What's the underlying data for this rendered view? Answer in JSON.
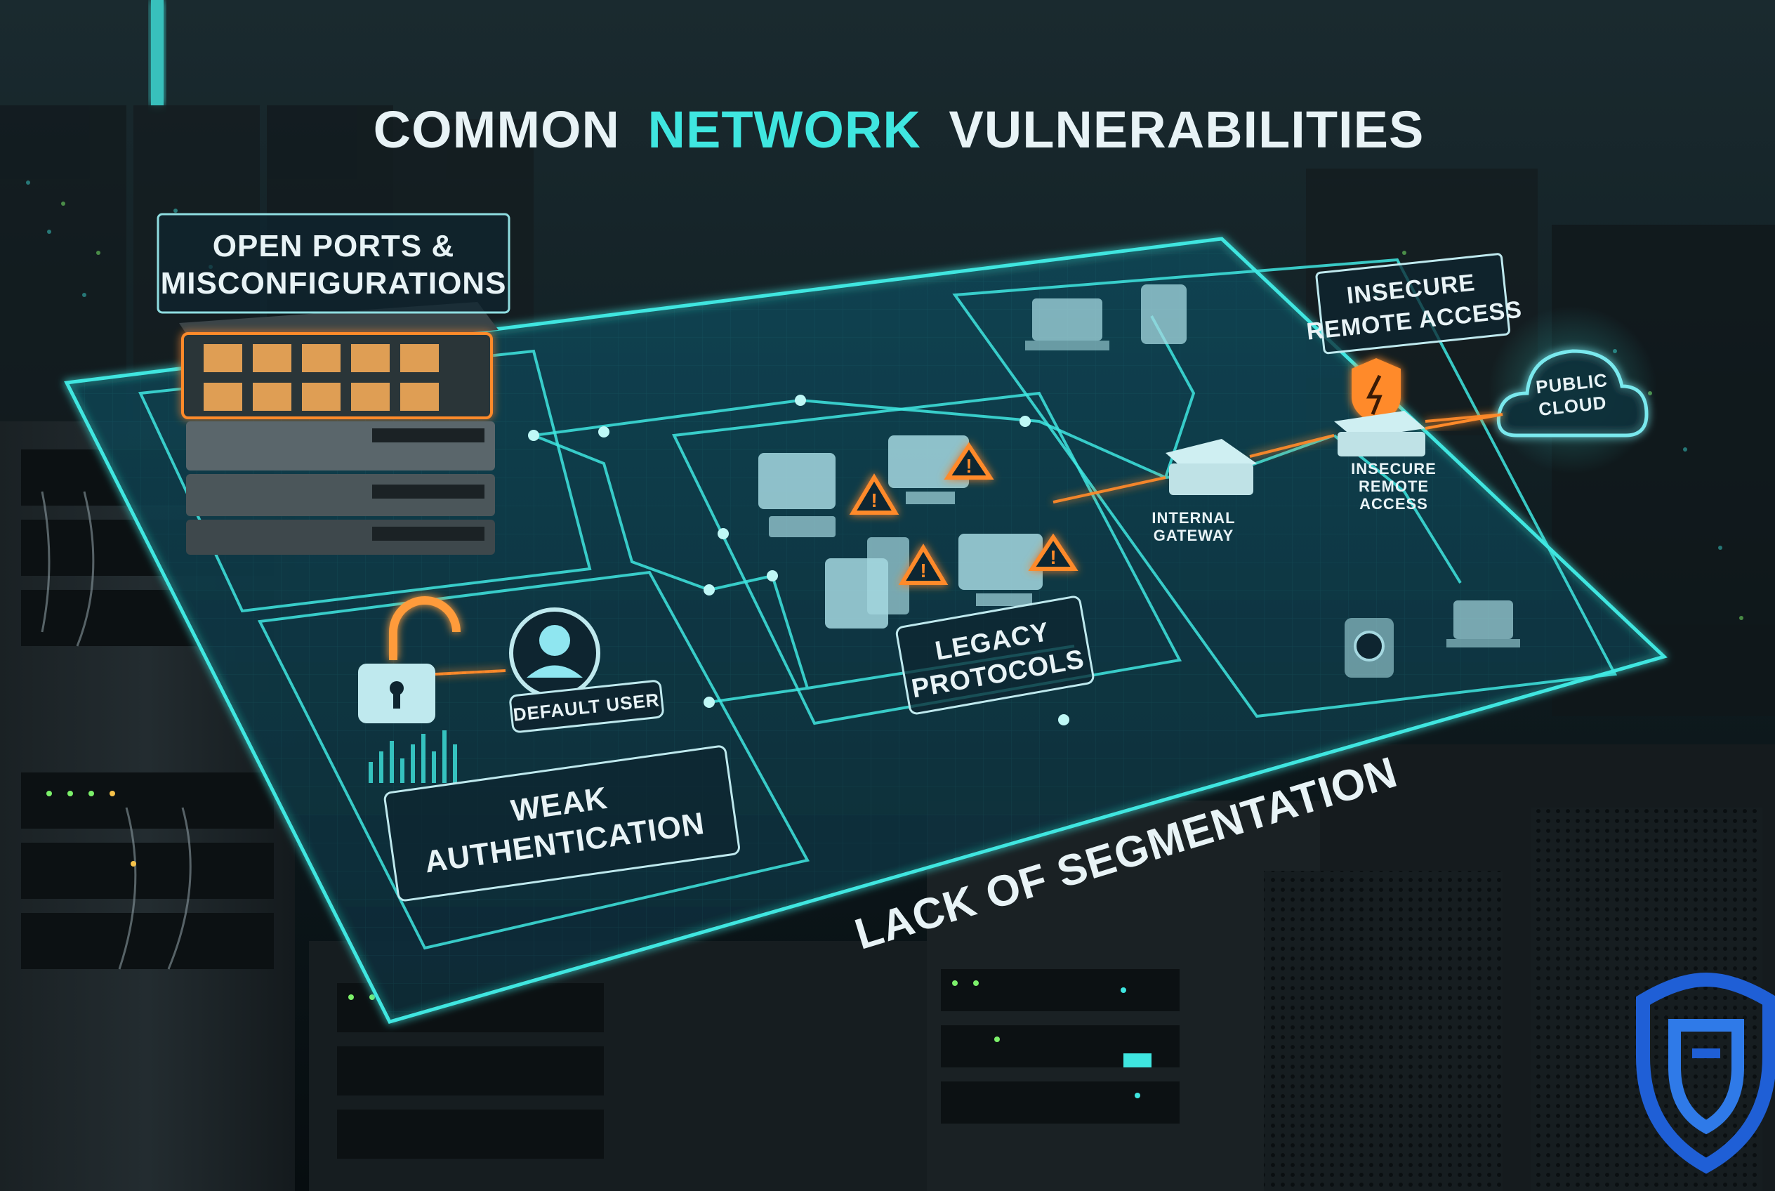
{
  "title": {
    "part1": "COMMON",
    "part2": "NETWORK",
    "part3": "VULNERABILITIES",
    "accent_color": "#3fe6e0"
  },
  "panels": {
    "open_ports": {
      "line1": "OPEN PORTS &",
      "line2": "MISCONFIGURATIONS"
    },
    "weak_auth": {
      "line1": "WEAK",
      "line2": "AUTHENTICATION",
      "user_badge": "DEFAULT USER"
    },
    "legacy": {
      "line1": "LEGACY",
      "line2": "PROTOCOLS"
    },
    "remote_access": {
      "line1": "INSECURE",
      "line2": "REMOTE ACCESS"
    },
    "segmentation": {
      "label": "LACK OF SEGMENTATION"
    }
  },
  "nodes": {
    "public_cloud": {
      "line1": "PUBLIC",
      "line2": "CLOUD"
    },
    "internal_gateway": {
      "line1": "INTERNAL",
      "line2": "GATEWAY"
    },
    "remote_device": {
      "line1": "INSECURE",
      "line2": "REMOTE",
      "line3": "ACCESS"
    }
  },
  "icons": [
    "network-switch-icon",
    "unlocked-padlock-icon",
    "user-avatar-icon",
    "warning-icon",
    "shield-warning-icon",
    "cloud-icon",
    "gateway-router-icon",
    "laptop-icon",
    "tablet-icon",
    "server-icon",
    "monitor-icon",
    "brand-shield-logo-icon"
  ],
  "colors": {
    "holo_cyan": "#3fe6e0",
    "warning_orange": "#ff8a2a",
    "background": "#0b1418",
    "logo_blue": "#1f5fd6"
  }
}
